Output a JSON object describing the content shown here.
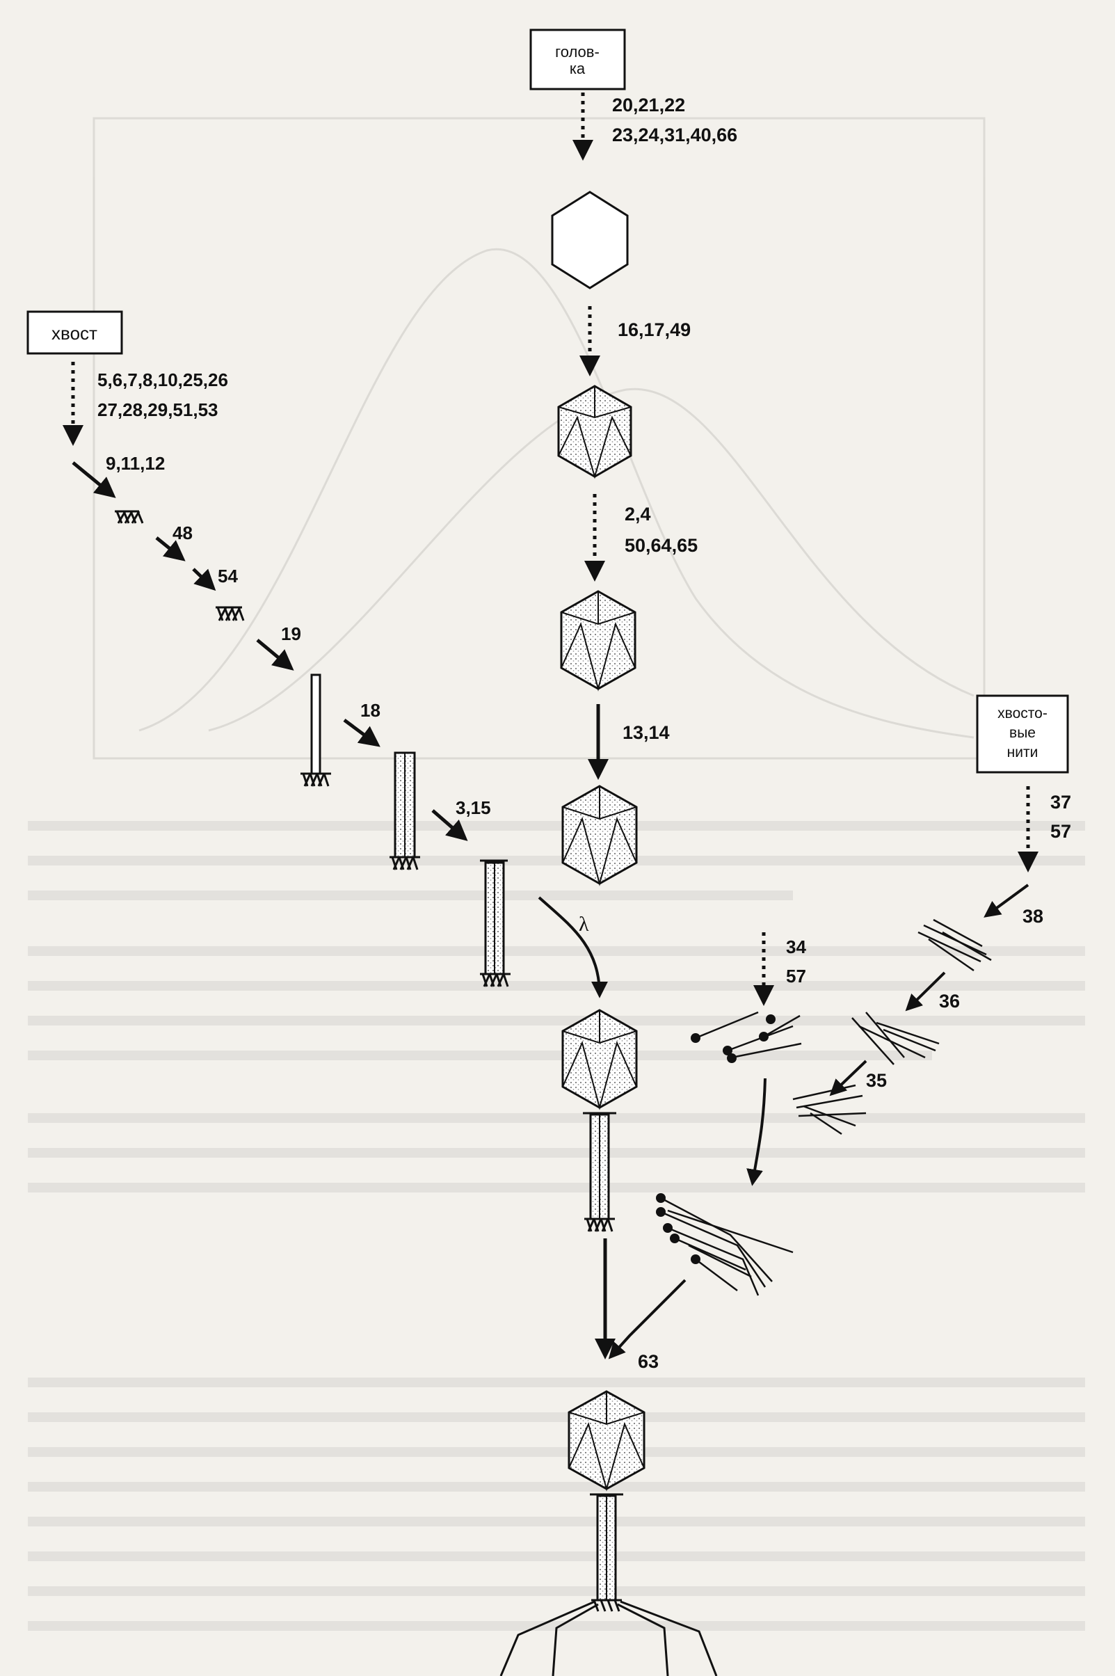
{
  "boxes": {
    "head": [
      "голов-",
      "ка"
    ],
    "tail": [
      "хвост"
    ],
    "fibers": [
      "хвосто-",
      "вые",
      "нити"
    ]
  },
  "labels": {
    "head_1": "20,21,22",
    "head_2": "23,24,31,40,66",
    "g16": "16,17,49",
    "g2_1": "2,4",
    "g2_2": "50,64,65",
    "g13": "13,14",
    "tail_1": "5,6,7,8,10,25,26",
    "tail_2": "27,28,29,51,53",
    "g9": "9,11,12",
    "g48": "48",
    "g54": "54",
    "g19": "19",
    "g18": "18",
    "g3": "3,15",
    "g37": "37",
    "g57a": "57",
    "g38": "38",
    "g36": "36",
    "g35": "35",
    "g34": "34",
    "g57b": "57",
    "g63": "63",
    "mark": "λ"
  },
  "colors": {
    "ink": "#111111",
    "paper": "#f3f1ec",
    "stipple": "#8a8a8a"
  }
}
